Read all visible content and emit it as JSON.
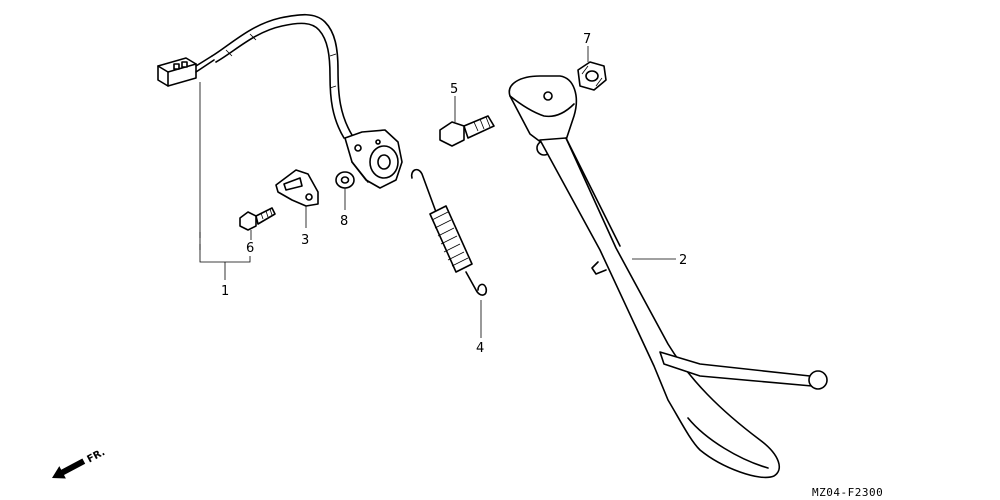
{
  "diagram": {
    "callouts": [
      {
        "id": "c1",
        "label": "1"
      },
      {
        "id": "c2",
        "label": "2"
      },
      {
        "id": "c3",
        "label": "3"
      },
      {
        "id": "c4",
        "label": "4"
      },
      {
        "id": "c5",
        "label": "5"
      },
      {
        "id": "c6",
        "label": "6"
      },
      {
        "id": "c7",
        "label": "7"
      },
      {
        "id": "c8",
        "label": "8"
      }
    ],
    "direction_label": "FR.",
    "diagram_code": "MZ04-F2300"
  }
}
